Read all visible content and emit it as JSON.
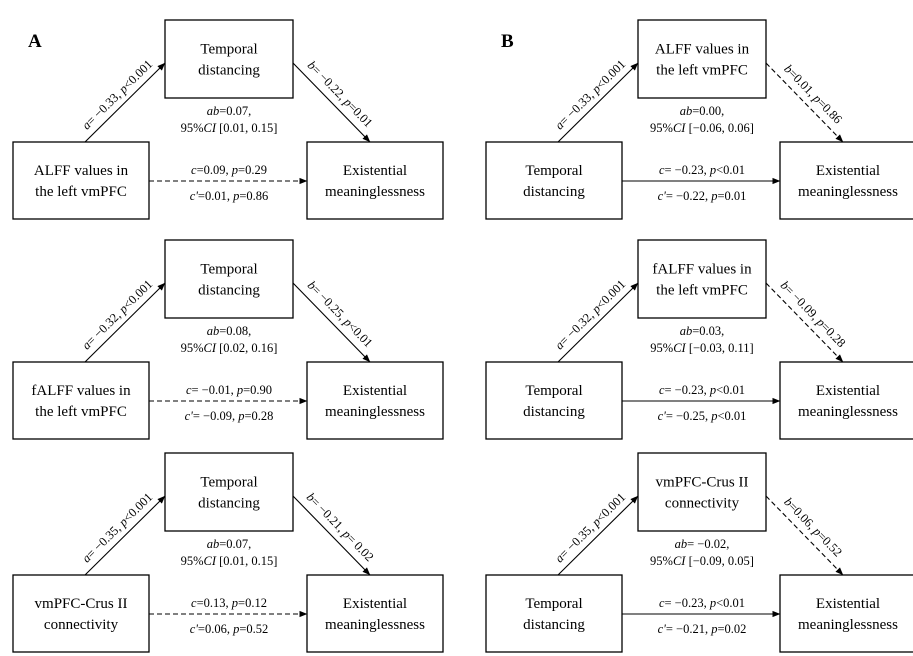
{
  "panels": [
    {
      "letter": "A",
      "models": [
        {
          "x_label": [
            "ALFF values in",
            "the left vmPFC"
          ],
          "m_label": [
            "Temporal",
            "distancing"
          ],
          "y_label": [
            "Existential",
            "meaninglessness"
          ],
          "a_path": [
            {
              "t": "a",
              "i": true
            },
            {
              "t": "= −0.33, "
            },
            {
              "t": "p",
              "i": true
            },
            {
              "t": "<0.001"
            }
          ],
          "b_path": [
            {
              "t": "b",
              "i": true
            },
            {
              "t": "= −0.22, "
            },
            {
              "t": "p",
              "i": true
            },
            {
              "t": "=0.01"
            }
          ],
          "ab_line1": [
            {
              "t": "ab",
              "i": true
            },
            {
              "t": "=0.07,"
            }
          ],
          "ab_line2": [
            {
              "t": "95%"
            },
            {
              "t": "CI",
              "i": true
            },
            {
              "t": " [0.01, 0.15]"
            }
          ],
          "c_path": [
            {
              "t": "c",
              "i": true
            },
            {
              "t": "=0.09, "
            },
            {
              "t": "p",
              "i": true
            },
            {
              "t": "=0.29"
            }
          ],
          "c_prime_path": [
            {
              "t": "c'",
              "i": true
            },
            {
              "t": "=0.01, "
            },
            {
              "t": "p",
              "i": true
            },
            {
              "t": "=0.86"
            }
          ],
          "b_dashed": false,
          "c_dashed": true
        },
        {
          "x_label": [
            "fALFF values in",
            "the left vmPFC"
          ],
          "m_label": [
            "Temporal",
            "distancing"
          ],
          "y_label": [
            "Existential",
            "meaninglessness"
          ],
          "a_path": [
            {
              "t": "a",
              "i": true
            },
            {
              "t": "= −0.32, "
            },
            {
              "t": "p",
              "i": true
            },
            {
              "t": "<0.001"
            }
          ],
          "b_path": [
            {
              "t": "b",
              "i": true
            },
            {
              "t": "= −0.25, "
            },
            {
              "t": "p",
              "i": true
            },
            {
              "t": "<0.01"
            }
          ],
          "ab_line1": [
            {
              "t": "ab",
              "i": true
            },
            {
              "t": "=0.08,"
            }
          ],
          "ab_line2": [
            {
              "t": "95%"
            },
            {
              "t": "CI",
              "i": true
            },
            {
              "t": " [0.02, 0.16]"
            }
          ],
          "c_path": [
            {
              "t": "c",
              "i": true
            },
            {
              "t": "= −0.01, "
            },
            {
              "t": "p",
              "i": true
            },
            {
              "t": "=0.90"
            }
          ],
          "c_prime_path": [
            {
              "t": "c'",
              "i": true
            },
            {
              "t": "= −0.09, "
            },
            {
              "t": "p",
              "i": true
            },
            {
              "t": "=0.28"
            }
          ],
          "b_dashed": false,
          "c_dashed": true
        },
        {
          "x_label": [
            "vmPFC-Crus II",
            "connectivity"
          ],
          "m_label": [
            "Temporal",
            "distancing"
          ],
          "y_label": [
            "Existential",
            "meaninglessness"
          ],
          "a_path": [
            {
              "t": "a",
              "i": true
            },
            {
              "t": "= −0.35, "
            },
            {
              "t": "p",
              "i": true
            },
            {
              "t": "<0.001"
            }
          ],
          "b_path": [
            {
              "t": "b",
              "i": true
            },
            {
              "t": "= −0.21, "
            },
            {
              "t": "p",
              "i": true
            },
            {
              "t": "= 0.02"
            }
          ],
          "ab_line1": [
            {
              "t": "ab",
              "i": true
            },
            {
              "t": "=0.07,"
            }
          ],
          "ab_line2": [
            {
              "t": "95%"
            },
            {
              "t": "CI",
              "i": true
            },
            {
              "t": " [0.01, 0.15]"
            }
          ],
          "c_path": [
            {
              "t": "c",
              "i": true
            },
            {
              "t": "=0.13, "
            },
            {
              "t": "p",
              "i": true
            },
            {
              "t": "=0.12"
            }
          ],
          "c_prime_path": [
            {
              "t": "c'",
              "i": true
            },
            {
              "t": "=0.06, "
            },
            {
              "t": "p",
              "i": true
            },
            {
              "t": "=0.52"
            }
          ],
          "b_dashed": false,
          "c_dashed": true
        }
      ]
    },
    {
      "letter": "B",
      "models": [
        {
          "x_label": [
            "Temporal",
            "distancing"
          ],
          "m_label": [
            "ALFF values in",
            "the left vmPFC"
          ],
          "y_label": [
            "Existential",
            "meaninglessness"
          ],
          "a_path": [
            {
              "t": "a",
              "i": true
            },
            {
              "t": "= −0.33, "
            },
            {
              "t": "p",
              "i": true
            },
            {
              "t": "<0.001"
            }
          ],
          "b_path": [
            {
              "t": "b",
              "i": true
            },
            {
              "t": "=0.01, "
            },
            {
              "t": "p",
              "i": true
            },
            {
              "t": "=0.86"
            }
          ],
          "ab_line1": [
            {
              "t": "ab",
              "i": true
            },
            {
              "t": "=0.00,"
            }
          ],
          "ab_line2": [
            {
              "t": "95%"
            },
            {
              "t": "CI",
              "i": true
            },
            {
              "t": " [−0.06, 0.06]"
            }
          ],
          "c_path": [
            {
              "t": "c",
              "i": true
            },
            {
              "t": "= −0.23, "
            },
            {
              "t": "p",
              "i": true
            },
            {
              "t": "<0.01"
            }
          ],
          "c_prime_path": [
            {
              "t": "c'",
              "i": true
            },
            {
              "t": "= −0.22, "
            },
            {
              "t": "p",
              "i": true
            },
            {
              "t": "=0.01"
            }
          ],
          "b_dashed": true,
          "c_dashed": false
        },
        {
          "x_label": [
            "Temporal",
            "distancing"
          ],
          "m_label": [
            "fALFF values in",
            "the left vmPFC"
          ],
          "y_label": [
            "Existential",
            "meaninglessness"
          ],
          "a_path": [
            {
              "t": "a",
              "i": true
            },
            {
              "t": "= −0.32, "
            },
            {
              "t": "p",
              "i": true
            },
            {
              "t": "<0.001"
            }
          ],
          "b_path": [
            {
              "t": "b",
              "i": true
            },
            {
              "t": "= −0.09, "
            },
            {
              "t": "p",
              "i": true
            },
            {
              "t": "=0.28"
            }
          ],
          "ab_line1": [
            {
              "t": "ab",
              "i": true
            },
            {
              "t": "=0.03,"
            }
          ],
          "ab_line2": [
            {
              "t": "95%"
            },
            {
              "t": "CI",
              "i": true
            },
            {
              "t": " [−0.03, 0.11]"
            }
          ],
          "c_path": [
            {
              "t": "c",
              "i": true
            },
            {
              "t": "= −0.23, "
            },
            {
              "t": "p",
              "i": true
            },
            {
              "t": "<0.01"
            }
          ],
          "c_prime_path": [
            {
              "t": "c'",
              "i": true
            },
            {
              "t": "= −0.25, "
            },
            {
              "t": "p",
              "i": true
            },
            {
              "t": "<0.01"
            }
          ],
          "b_dashed": true,
          "c_dashed": false
        },
        {
          "x_label": [
            "Temporal",
            "distancing"
          ],
          "m_label": [
            "vmPFC-Crus II",
            "connectivity"
          ],
          "y_label": [
            "Existential",
            "meaninglessness"
          ],
          "a_path": [
            {
              "t": "a",
              "i": true
            },
            {
              "t": "= −0.35, "
            },
            {
              "t": "p",
              "i": true
            },
            {
              "t": "<0.001"
            }
          ],
          "b_path": [
            {
              "t": "b",
              "i": true
            },
            {
              "t": "=0.06, "
            },
            {
              "t": "p",
              "i": true
            },
            {
              "t": "=0.52"
            }
          ],
          "ab_line1": [
            {
              "t": "ab",
              "i": true
            },
            {
              "t": "= −0.02,"
            }
          ],
          "ab_line2": [
            {
              "t": "95%"
            },
            {
              "t": "CI",
              "i": true
            },
            {
              "t": " [−0.09, 0.05]"
            }
          ],
          "c_path": [
            {
              "t": "c",
              "i": true
            },
            {
              "t": "= −0.23, "
            },
            {
              "t": "p",
              "i": true
            },
            {
              "t": "<0.01"
            }
          ],
          "c_prime_path": [
            {
              "t": "c'",
              "i": true
            },
            {
              "t": "= −0.21, "
            },
            {
              "t": "p",
              "i": true
            },
            {
              "t": "=0.02"
            }
          ],
          "b_dashed": true,
          "c_dashed": false
        }
      ]
    }
  ]
}
